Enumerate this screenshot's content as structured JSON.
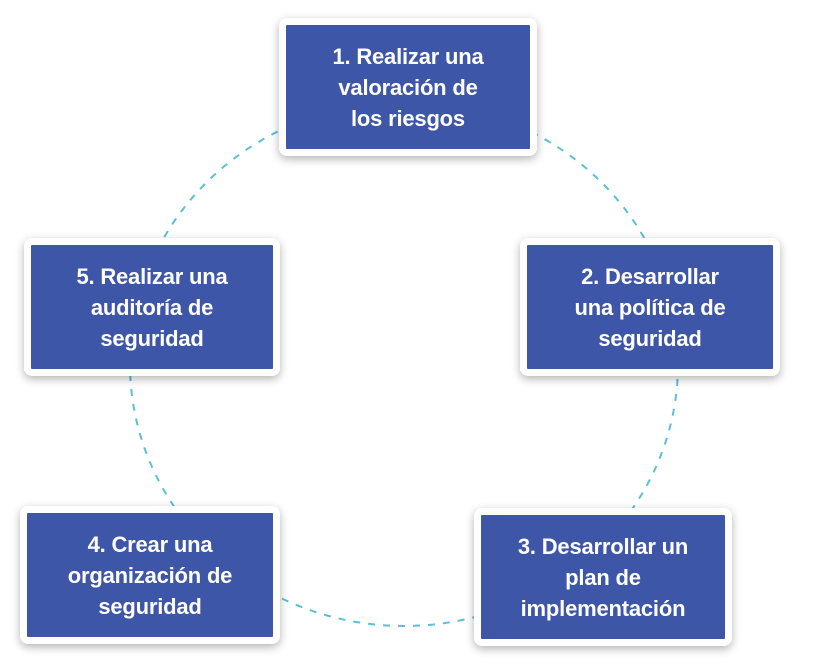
{
  "colors": {
    "box_fill": "#3d56a8",
    "connector": "#5bbfd6"
  },
  "steps": [
    {
      "label": "1. Realizar una\nvaloración de\nlos riesgos"
    },
    {
      "label": "2. Desarrollar\nuna política de\nseguridad"
    },
    {
      "label": "3. Desarrollar un\nplan de\nimplementación"
    },
    {
      "label": "4. Crear una\norganización de\nseguridad"
    },
    {
      "label": "5. Realizar una\nauditoría de\nseguridad"
    }
  ]
}
